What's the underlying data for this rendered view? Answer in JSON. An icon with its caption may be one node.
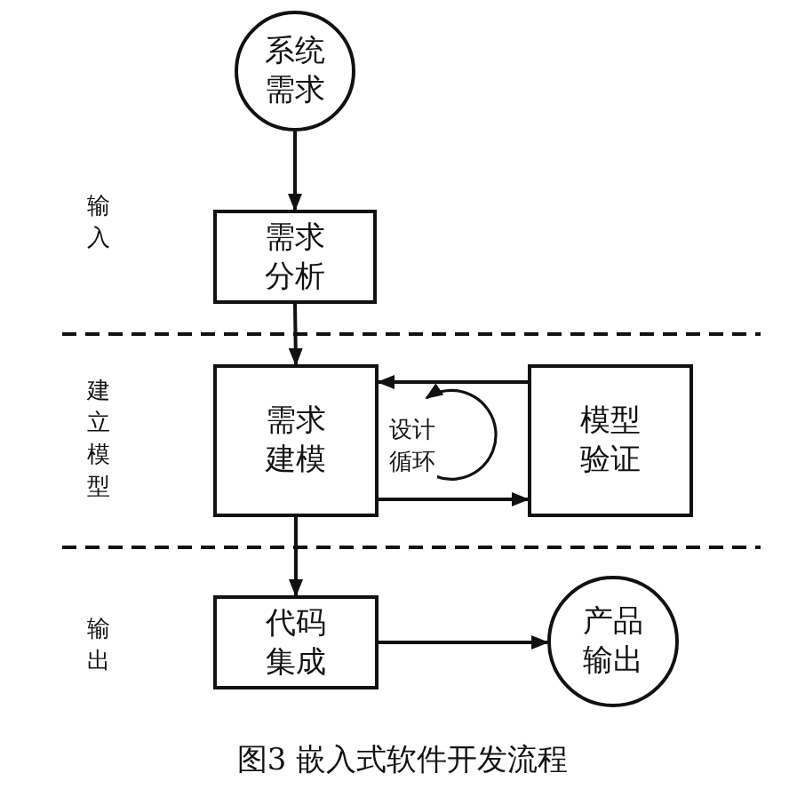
{
  "diagram": {
    "caption": "图3 嵌入式软件开发流程",
    "nodes": [
      {
        "text": [
          "系统需求"
        ]
      },
      {
        "text": [
          "需求分析"
        ]
      },
      {
        "text": [
          "需求建模"
        ]
      },
      {
        "text": [
          "模型验证"
        ]
      },
      {
        "text": [
          "代码集成"
        ]
      },
      {
        "text": [
          "产品输出"
        ]
      }
    ],
    "edges": [
      {
        "from": 0,
        "to": 1,
        "arrow": "to"
      },
      {
        "from": 1,
        "to": 2,
        "arrow": "to"
      },
      {
        "from": 3,
        "to": 2,
        "arrow": "to"
      },
      {
        "from": 2,
        "to": 3,
        "arrow": "to"
      },
      {
        "from": 2,
        "to": 4,
        "arrow": "to"
      },
      {
        "from": 4,
        "to": 5,
        "arrow": "to"
      }
    ],
    "labels": [
      "输入",
      "建立模型",
      "设计循环",
      "输出"
    ]
  }
}
